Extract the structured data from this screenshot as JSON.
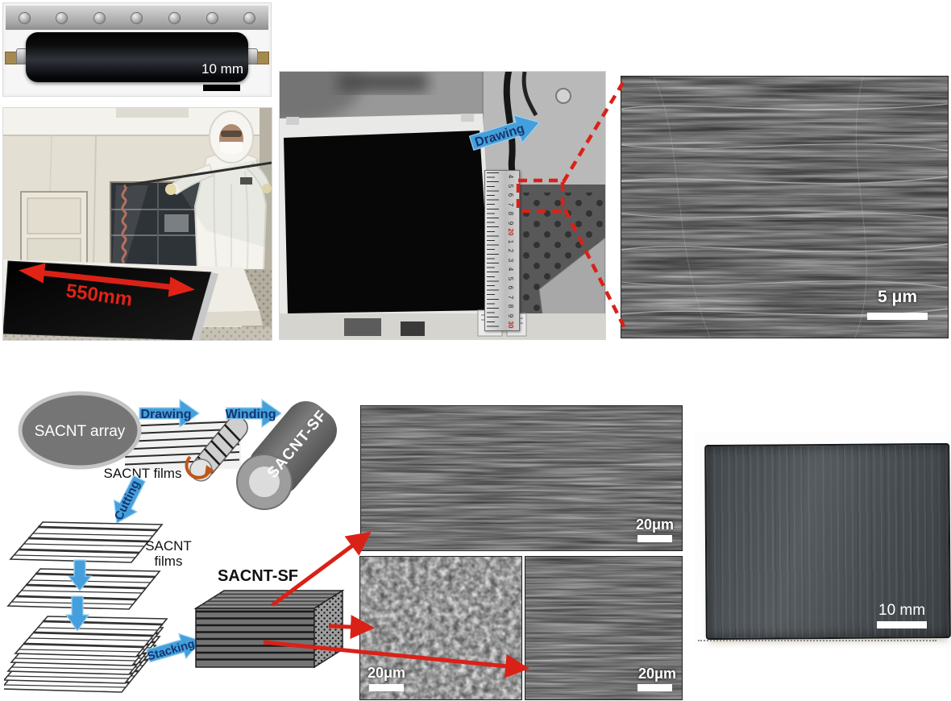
{
  "colors": {
    "c-blue": "#44a0dc",
    "c-navy": "#16356e",
    "c-red": "#da2117",
    "c-red-bright": "#e02315"
  },
  "panels": {
    "roller_photo": {
      "scale_label": "10 mm"
    },
    "cleanroom_photo": {
      "width_label": "550mm"
    },
    "drawing_photo": {
      "arrow_label": "Drawing",
      "ruler_numbers": [
        "4",
        "5",
        "6",
        "7",
        "8",
        "9",
        "20",
        "1",
        "2",
        "3",
        "4",
        "5",
        "6",
        "7",
        "8",
        "9",
        "30"
      ]
    },
    "sem_large": {
      "scale_label": "5 μm"
    },
    "process_diagram": {
      "array_label": "SACNT array",
      "drawing_arrow": "Drawing",
      "winding_arrow": "Winding",
      "spool_label": "SACNT-SF",
      "films_label": "SACNT films",
      "cutting_arrow": "Cutting",
      "films_stack_label_line1": "SACNT",
      "films_stack_label_line2": "films",
      "stacking_arrow": "Stacking",
      "block_label": "SACNT-SF"
    },
    "sem_aligned": {
      "scale_label": "20μm"
    },
    "sem_porous": {
      "scale_label": "20μm"
    },
    "sem_surface": {
      "scale_label": "20μm"
    },
    "film_photo": {
      "scale_label": "10 mm"
    }
  }
}
